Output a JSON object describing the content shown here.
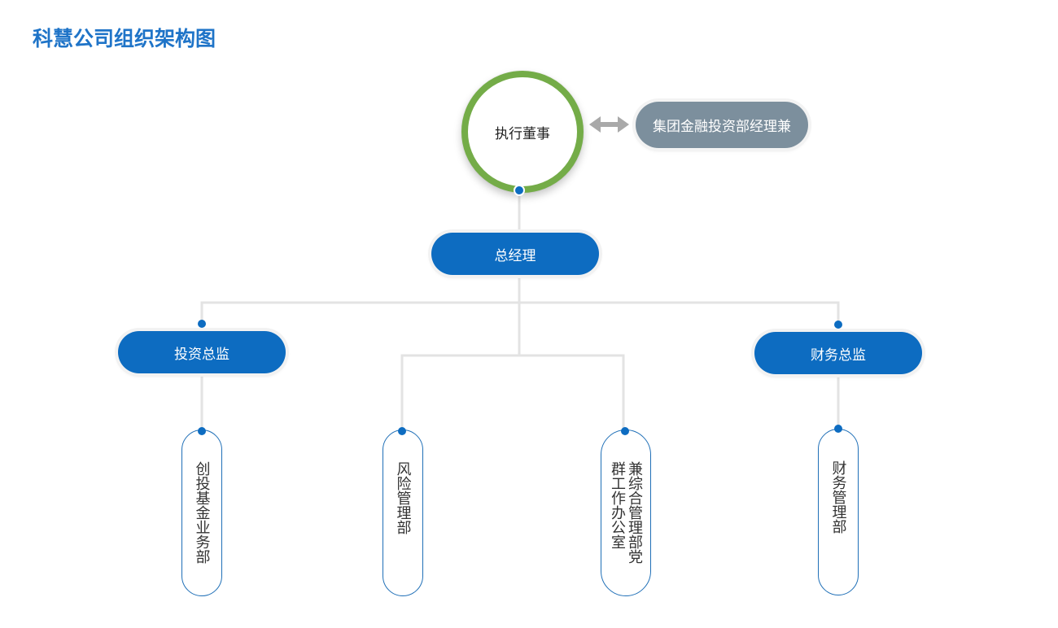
{
  "title": "科慧公司组织架构图",
  "colors": {
    "primary": "#0D6CC1",
    "accent_ring": "#74AC48",
    "note_bg": "#7C8F9D",
    "title": "#1F74C8",
    "connector": "#E3E3E3"
  },
  "top": {
    "label": "执行董事",
    "note": "集团金融投资部经理兼",
    "relation_icon": "double-arrow-icon"
  },
  "general_manager": "总经理",
  "directors": [
    {
      "label": "投资总监"
    },
    {
      "label": "财务总监"
    }
  ],
  "departments": [
    {
      "label": "创投基金业务部"
    },
    {
      "label": "风险管理部"
    },
    {
      "label": "兼综合管理部党群工作办公室"
    },
    {
      "label": "财务管理部"
    }
  ]
}
